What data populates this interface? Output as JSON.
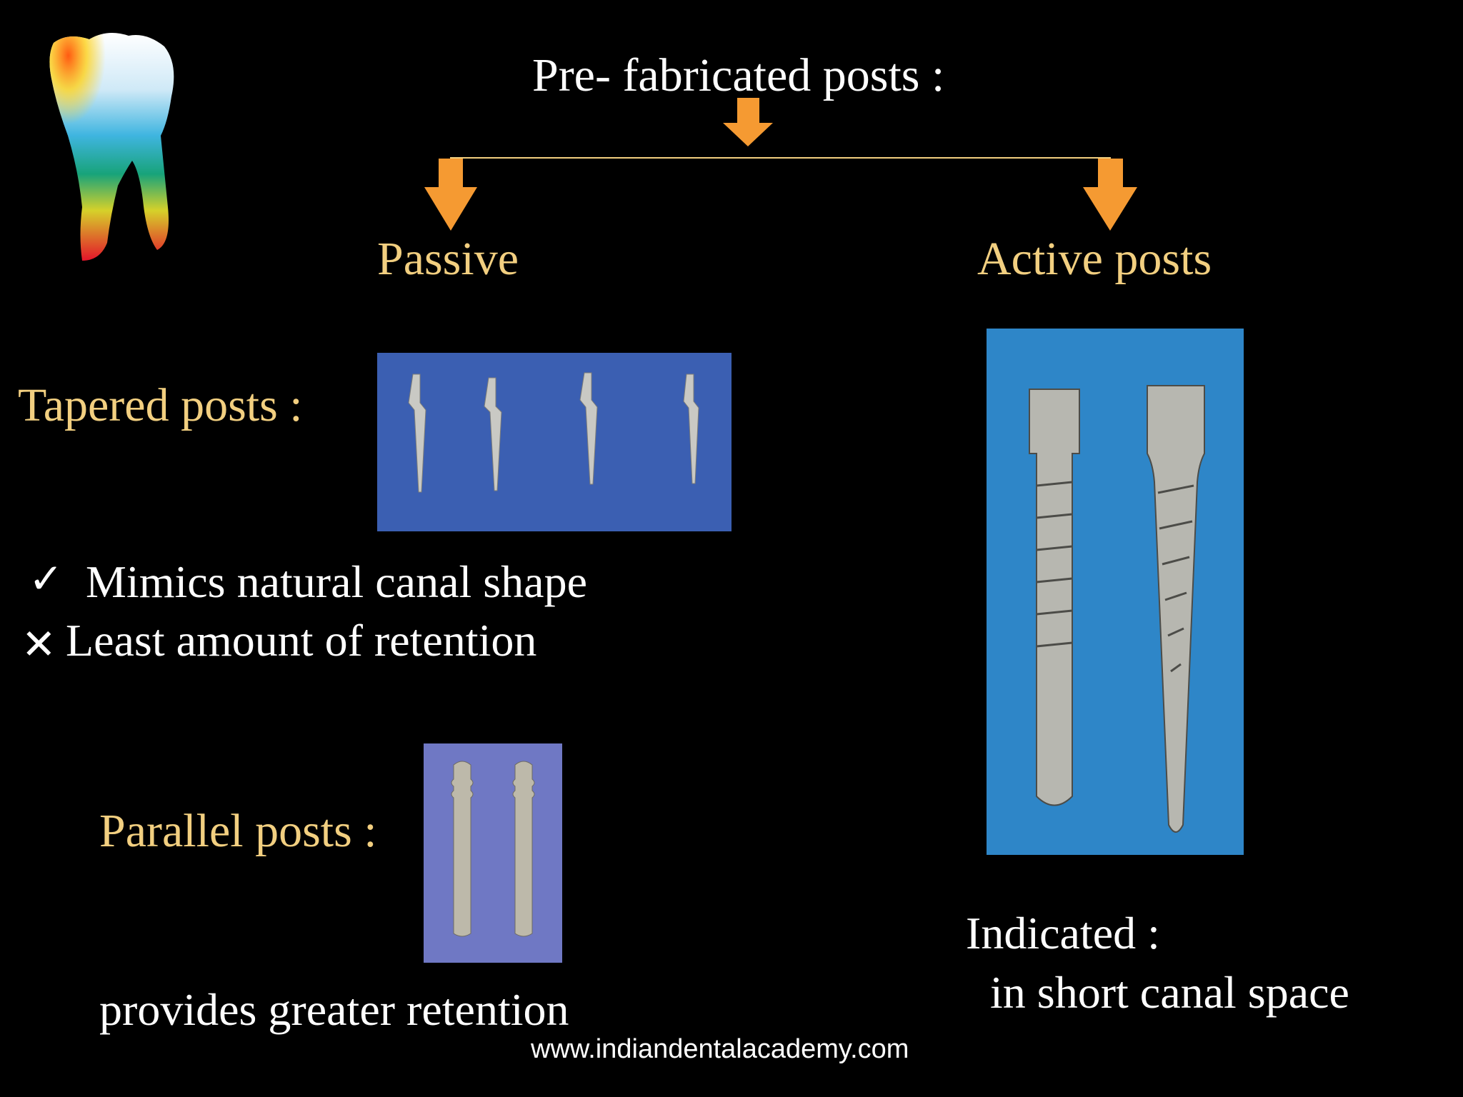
{
  "title": "Pre- fabricated posts :",
  "branches": {
    "passive": "Passive",
    "active": "Active posts"
  },
  "passive": {
    "tapered_label": "Tapered posts :",
    "pro": "Mimics natural canal shape",
    "con": "Least amount of retention",
    "parallel_label": "Parallel posts :",
    "parallel_note": "provides greater retention"
  },
  "active": {
    "indicated_label": "Indicated :",
    "indicated_text": " in short canal space"
  },
  "footer_url": "www.indiandentalacademy.com",
  "icons": {
    "logo": "tooth-logo-icon",
    "pro": "check-icon",
    "con": "cross-icon",
    "arrow": "down-arrow-icon"
  },
  "colors": {
    "background": "#000000",
    "accent_text": "#f2cf80",
    "arrow": "#f59a32",
    "connector": "#f2cf80"
  }
}
